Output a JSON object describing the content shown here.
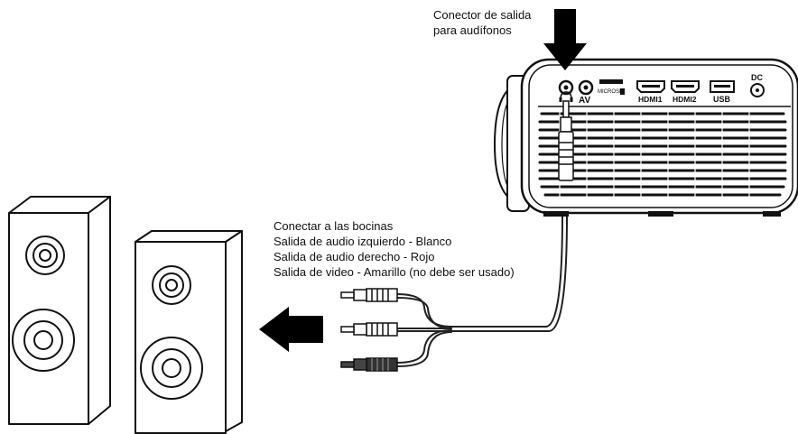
{
  "callouts": {
    "headphone_out_line1": "Conector de salida",
    "headphone_out_line2": "para audífonos",
    "speakers_heading": "Conectar a las bocinas",
    "audio_left": "Salida de audio izquierdo - Blanco",
    "audio_right": "Salida de audio derecho - Rojo",
    "video_out": "Salida de video - Amarillo (no debe ser usado)"
  },
  "projector_ports": {
    "av": "AV",
    "microsd": "MICROSD",
    "hdmi1": "HDMI1",
    "hdmi2": "HDMI2",
    "usb": "USB",
    "dc": "DC"
  }
}
